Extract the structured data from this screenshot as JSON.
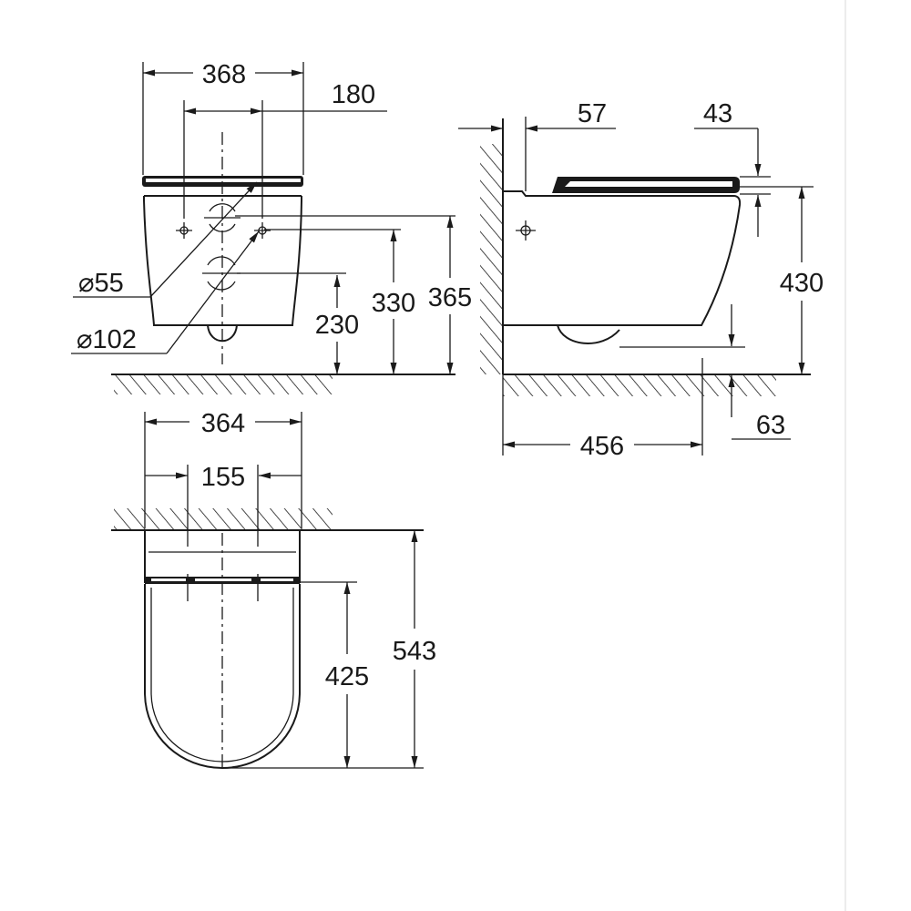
{
  "dimensions": {
    "front": {
      "width_overall": "368",
      "fixing_spacing": "180",
      "inlet_diameter": "⌀55",
      "outlet_diameter": "⌀102",
      "outlet_height": "230",
      "inlet_height": "330",
      "fixing_height": "365"
    },
    "side": {
      "fixing_offset": "57",
      "seat_thickness": "43",
      "rim_height": "430",
      "projection": "456",
      "outlet_height": "63"
    },
    "plan": {
      "width": "364",
      "fixing_spacing": "155",
      "length_overall": "543",
      "length_bowl": "425"
    }
  },
  "colors": {
    "line": "#1a1a1a",
    "background": "#ffffff"
  }
}
